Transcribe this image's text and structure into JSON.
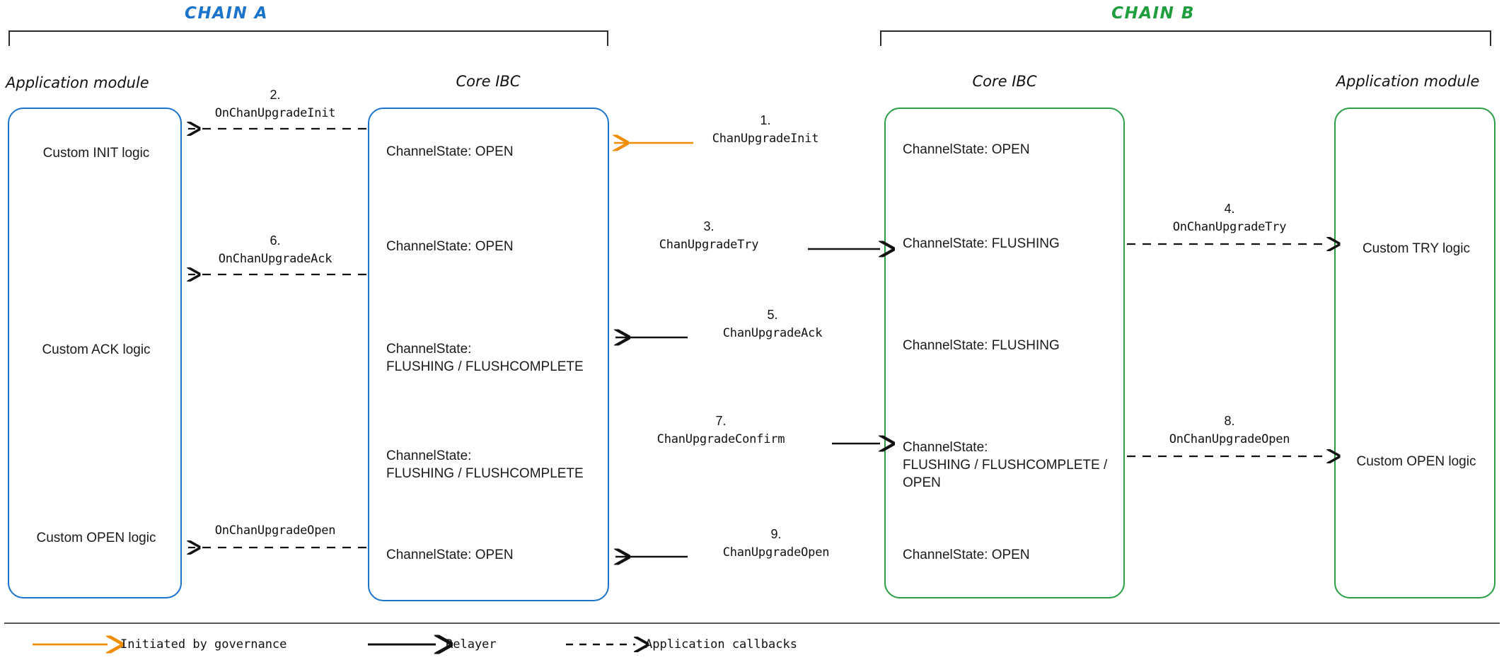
{
  "chains": {
    "a": {
      "title": "CHAIN A",
      "color": "#1a73cc",
      "columns": {
        "app": "Application module",
        "core": "Core IBC"
      },
      "app_states": [
        "Custom INIT logic",
        "Custom ACK logic",
        "Custom OPEN logic"
      ],
      "core_states": [
        "ChannelState: OPEN",
        "ChannelState: OPEN",
        "ChannelState:\nFLUSHING / FLUSHCOMPLETE",
        "ChannelState:\nFLUSHING / FLUSHCOMPLETE",
        "ChannelState: OPEN"
      ]
    },
    "b": {
      "title": "CHAIN B",
      "color": "#2a9e43",
      "columns": {
        "core": "Core IBC",
        "app": "Application module"
      },
      "core_states": [
        "ChannelState: OPEN",
        "ChannelState: FLUSHING",
        "ChannelState: FLUSHING",
        "ChannelState:\nFLUSHING / FLUSHCOMPLETE /\nOPEN",
        "ChannelState: OPEN"
      ],
      "app_states": [
        "Custom TRY logic",
        "Custom OPEN logic"
      ]
    }
  },
  "steps": [
    {
      "num": "1.",
      "label": "ChanUpgradeInit",
      "kind": "governance",
      "dir": "left"
    },
    {
      "num": "2.",
      "label": "OnChanUpgradeInit",
      "kind": "callback",
      "dir": "left"
    },
    {
      "num": "3.",
      "label": "ChanUpgradeTry",
      "kind": "relayer",
      "dir": "right"
    },
    {
      "num": "4.",
      "label": "OnChanUpgradeTry",
      "kind": "callback",
      "dir": "right"
    },
    {
      "num": "5.",
      "label": "ChanUpgradeAck",
      "kind": "relayer",
      "dir": "left"
    },
    {
      "num": "6.",
      "label": "OnChanUpgradeAck",
      "kind": "callback",
      "dir": "left"
    },
    {
      "num": "7.",
      "label": "ChanUpgradeConfirm",
      "kind": "relayer",
      "dir": "right"
    },
    {
      "num": "8.",
      "label": "OnChanUpgradeOpen",
      "kind": "callback",
      "dir": "right"
    },
    {
      "num": "9.",
      "label": "ChanUpgradeOpen",
      "kind": "relayer",
      "dir": "left"
    },
    {
      "num": "",
      "label": "OnChanUpgradeOpen",
      "kind": "callback",
      "dir": "left"
    }
  ],
  "legend": {
    "items": [
      {
        "label": "Initiated by governance",
        "kind": "governance",
        "color": "#f08c00"
      },
      {
        "label": "Relayer",
        "kind": "relayer",
        "color": "#111111"
      },
      {
        "label": "Application callbacks",
        "kind": "callback",
        "color": "#111111"
      }
    ]
  },
  "colors": {
    "governance": "#f08c00",
    "relayer": "#111111",
    "callback": "#111111",
    "chain_a": "#1a73cc",
    "chain_b": "#2a9e43",
    "bracket": "#2b2b2b"
  }
}
